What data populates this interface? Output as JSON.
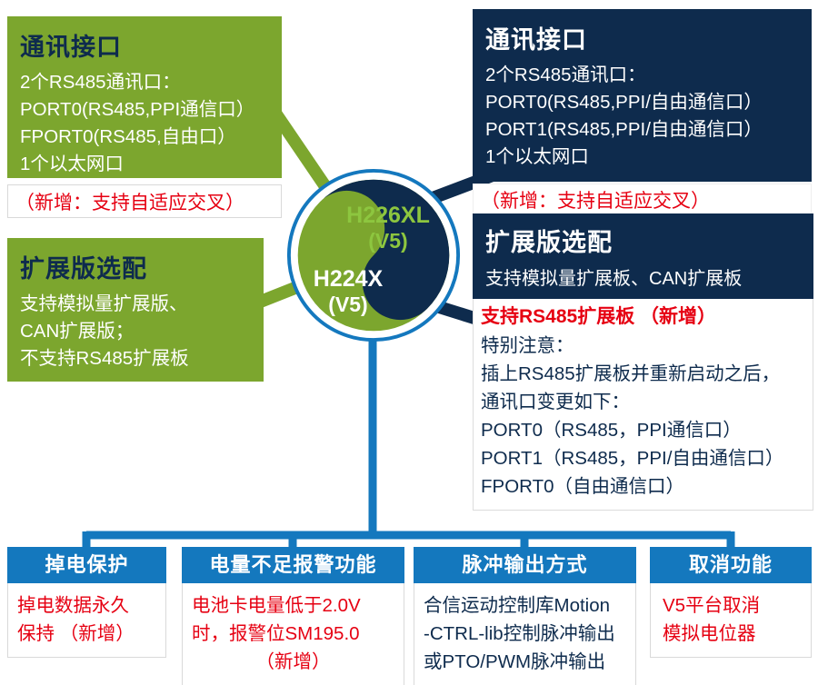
{
  "colors": {
    "green": "#7CA62E",
    "navy": "#0E2B4D",
    "blue": "#1478BE",
    "red": "#E60012",
    "light_green_text": "#8DC63F"
  },
  "center": {
    "top_model": "H226XL",
    "top_version": "(V5)",
    "bottom_model": "H224X",
    "bottom_version": "(V5)"
  },
  "top_left": {
    "title": "通讯接口",
    "lines": [
      "2个RS485通讯口：",
      "PORT0(RS485,PPI通信口）",
      "FPORT0(RS485,自由口）",
      "1个以太网口"
    ],
    "note": "（新增：支持自适应交叉）"
  },
  "top_right": {
    "title": "通讯接口",
    "lines": [
      "2个RS485通讯口：",
      "PORT0(RS485,PPI/自由通信口）",
      "PORT1(RS485,PPI/自由通信口）",
      "1个以太网口"
    ],
    "note": "（新增：支持自适应交叉）"
  },
  "mid_left": {
    "title": "扩展版选配",
    "lines": [
      "支持模拟量扩展版、",
      "CAN扩展版；",
      "不支持RS485扩展板"
    ]
  },
  "mid_right": {
    "title": "扩展版选配",
    "subtitle": "支持模拟量扩展板、CAN扩展板",
    "highlight": "支持RS485扩展板 （新增）",
    "lines": [
      "特别注意：",
      "插上RS485扩展板并重新启动之后，",
      "通讯口变更如下：",
      "PORT0（RS485，PPI通信口）",
      "PORT1（RS485，PPI/自由通信口）",
      "FPORT0（自由通信口）"
    ]
  },
  "bottom": [
    {
      "title": "掉电保护",
      "lines": [
        "掉电数据永久",
        "保持 （新增）"
      ]
    },
    {
      "title": "电量不足报警功能",
      "lines": [
        "电池卡电量低于2.0V",
        "时，报警位SM195.0",
        "（新增）"
      ]
    },
    {
      "title": "脉冲输出方式",
      "lines": [
        "合信运动控制库Motion",
        "-CTRL-lib控制脉冲输出",
        "或PTO/PWM脉冲输出"
      ]
    },
    {
      "title": "取消功能",
      "lines": [
        "V5平台取消",
        "模拟电位器"
      ]
    }
  ]
}
